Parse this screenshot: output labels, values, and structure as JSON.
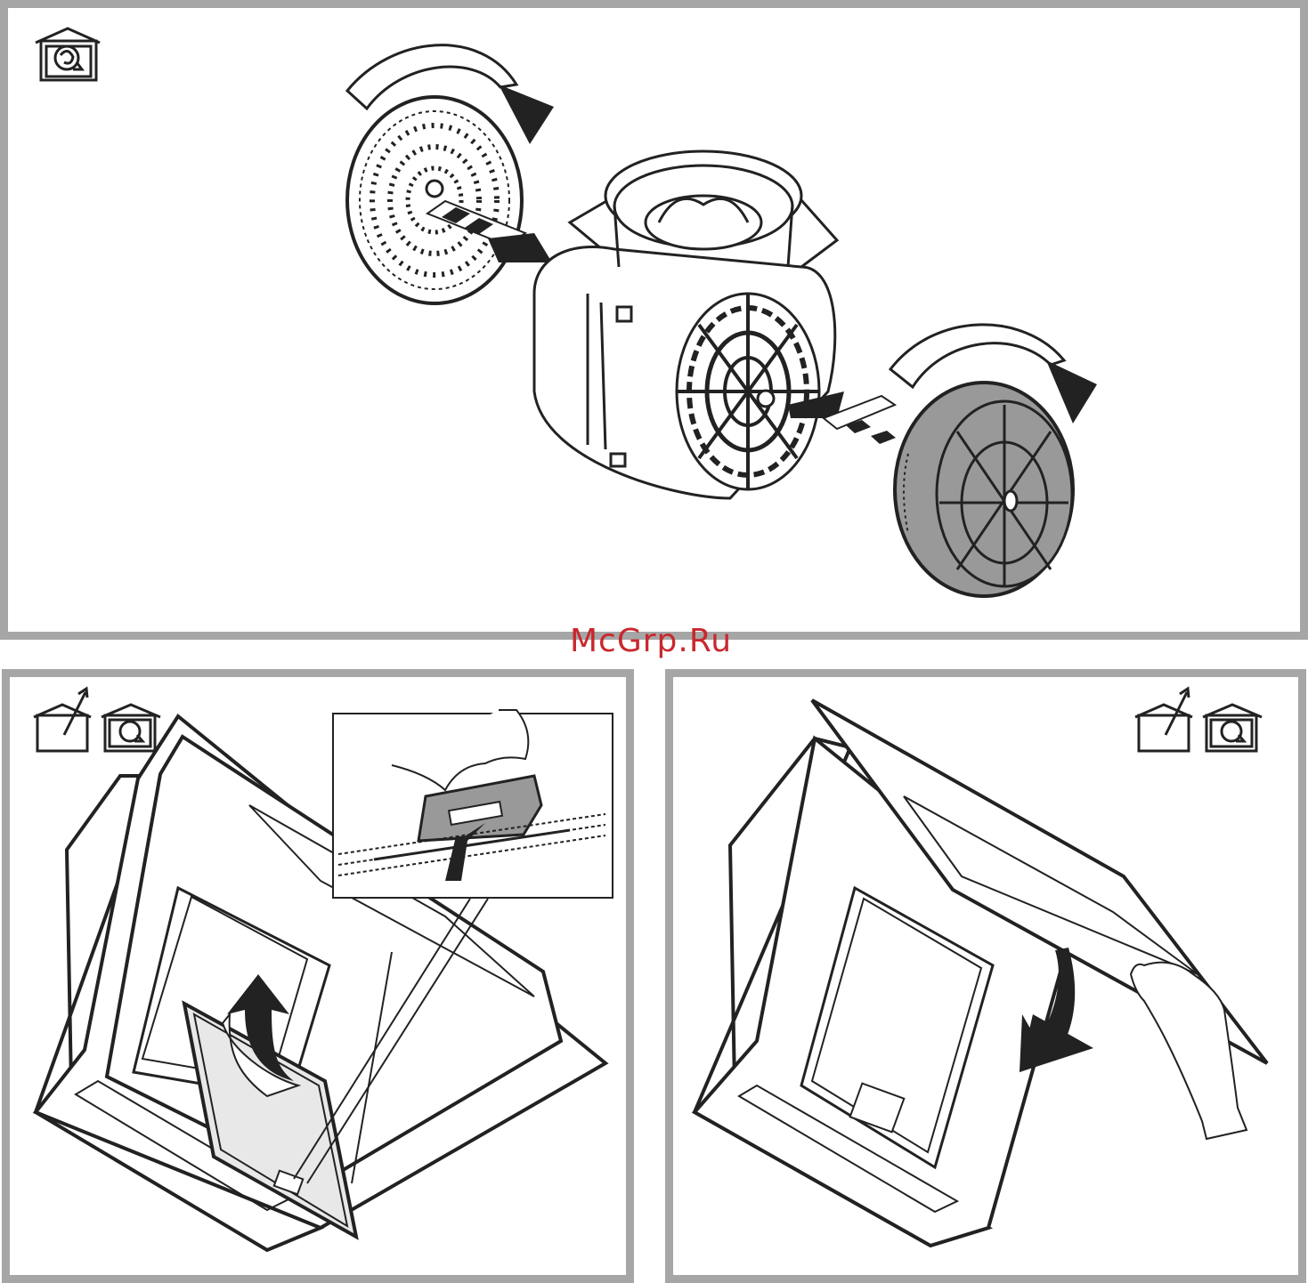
{
  "watermark": {
    "text": "McGrp.Ru",
    "color": "#c8282d"
  },
  "frame": {
    "border_color": "#a6a6a6"
  },
  "panels": [
    {
      "id": "top",
      "icons": [
        "recirculation-mode-icon"
      ]
    },
    {
      "id": "bottom-left",
      "icons": [
        "extraction-mode-icon",
        "recirculation-mode-icon"
      ]
    },
    {
      "id": "bottom-right",
      "icons": [
        "extraction-mode-icon",
        "recirculation-mode-icon"
      ]
    }
  ]
}
